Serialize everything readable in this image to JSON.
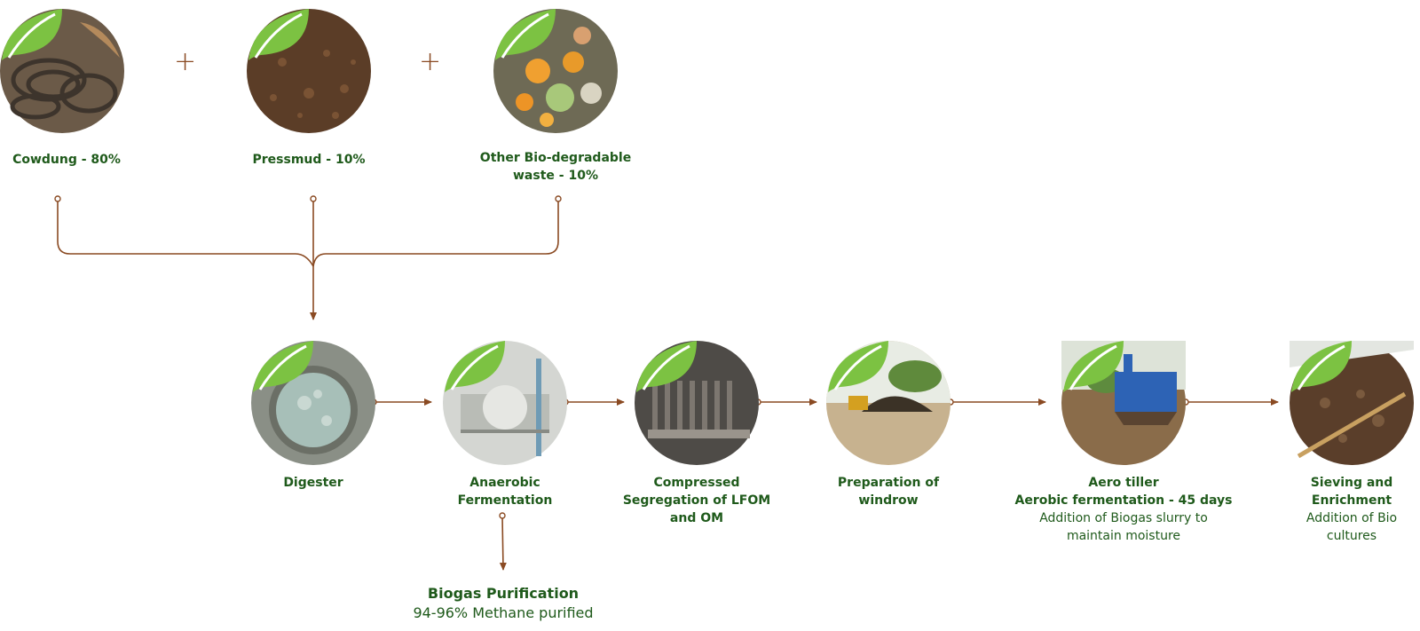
{
  "colors": {
    "leaf": "#7cc242",
    "connector": "#8a4a22",
    "label": "#1f5a1b"
  },
  "inputs": [
    {
      "label": "Cowdung - 80%",
      "icon": "cowdung-photo"
    },
    {
      "label": "Pressmud - 10%",
      "icon": "pressmud-photo"
    },
    {
      "label_line1": "Other Bio-degradable",
      "label_line2": "waste - 10%",
      "icon": "bio-waste-photo"
    }
  ],
  "operators": {
    "plus": "+"
  },
  "steps": [
    {
      "title": "Digester"
    },
    {
      "title_line1": "Anaerobic",
      "title_line2": "Fermentation"
    },
    {
      "title_line1": "Compressed",
      "title_line2": "Segregation of LFOM",
      "title_line3": "and OM"
    },
    {
      "title_line1": "Preparation of",
      "title_line2": "windrow"
    },
    {
      "title_line1": "Aero tiller",
      "title_line2": "Aerobic fermentation - 45 days",
      "desc_line1": "Addition of Biogas slurry to",
      "desc_line2": "maintain moisture"
    },
    {
      "title_line1": "Sieving and",
      "title_line2": "Enrichment",
      "desc_line1": "Addition of Bio",
      "desc_line2": "cultures"
    }
  ],
  "output": {
    "title": "Biogas Purification",
    "desc": "94-96% Methane purified"
  }
}
